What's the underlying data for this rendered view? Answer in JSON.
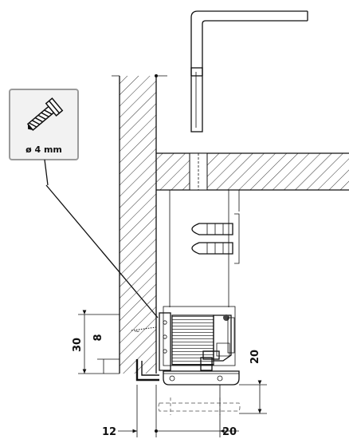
{
  "screw_callout": {
    "diameter_label": "ø 4 mm",
    "icon": "screw-icon"
  },
  "dimensions": {
    "vertical_outer": "30",
    "vertical_inner": "8",
    "vertical_right": "20",
    "horizontal_left": "12",
    "horizontal_right": "20"
  },
  "colors": {
    "line": "#111111",
    "callout_fill": "#f2f2f2",
    "callout_border": "#9a9a9a",
    "hatch": "#333333"
  }
}
